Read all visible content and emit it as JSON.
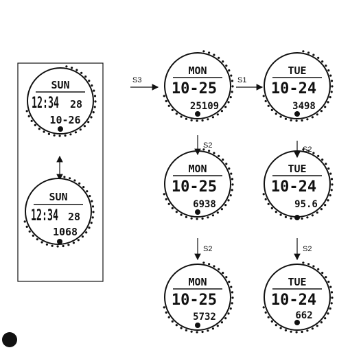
{
  "panel_left": {
    "watches": [
      {
        "day": "SUN",
        "time_hm": "12:34",
        "time_s": "28",
        "bottom": "10-26"
      },
      {
        "day": "SUN",
        "time_hm": "12:34",
        "time_s": "28",
        "bottom": "1068"
      }
    ]
  },
  "grid": {
    "col_mon": [
      {
        "day": "MON",
        "date": "10-25",
        "value": "25109"
      },
      {
        "day": "MON",
        "date": "10-25",
        "value": "6938"
      },
      {
        "day": "MON",
        "date": "10-25",
        "value": "5732"
      }
    ],
    "col_tue": [
      {
        "day": "TUE",
        "date": "10-24",
        "value": "3498"
      },
      {
        "day": "TUE",
        "date": "10-24",
        "value": "95.6"
      },
      {
        "day": "TUE",
        "date": "10-24",
        "value": "662"
      }
    ]
  },
  "arrows": {
    "s3": "S3",
    "s1": "S1",
    "s2_mon_1": "S2",
    "s2_mon_2": "S2",
    "s2_tue_1": "S2",
    "s2_tue_2": "S2"
  },
  "colors": {
    "ink": "#111111",
    "paper": "#ffffff"
  }
}
